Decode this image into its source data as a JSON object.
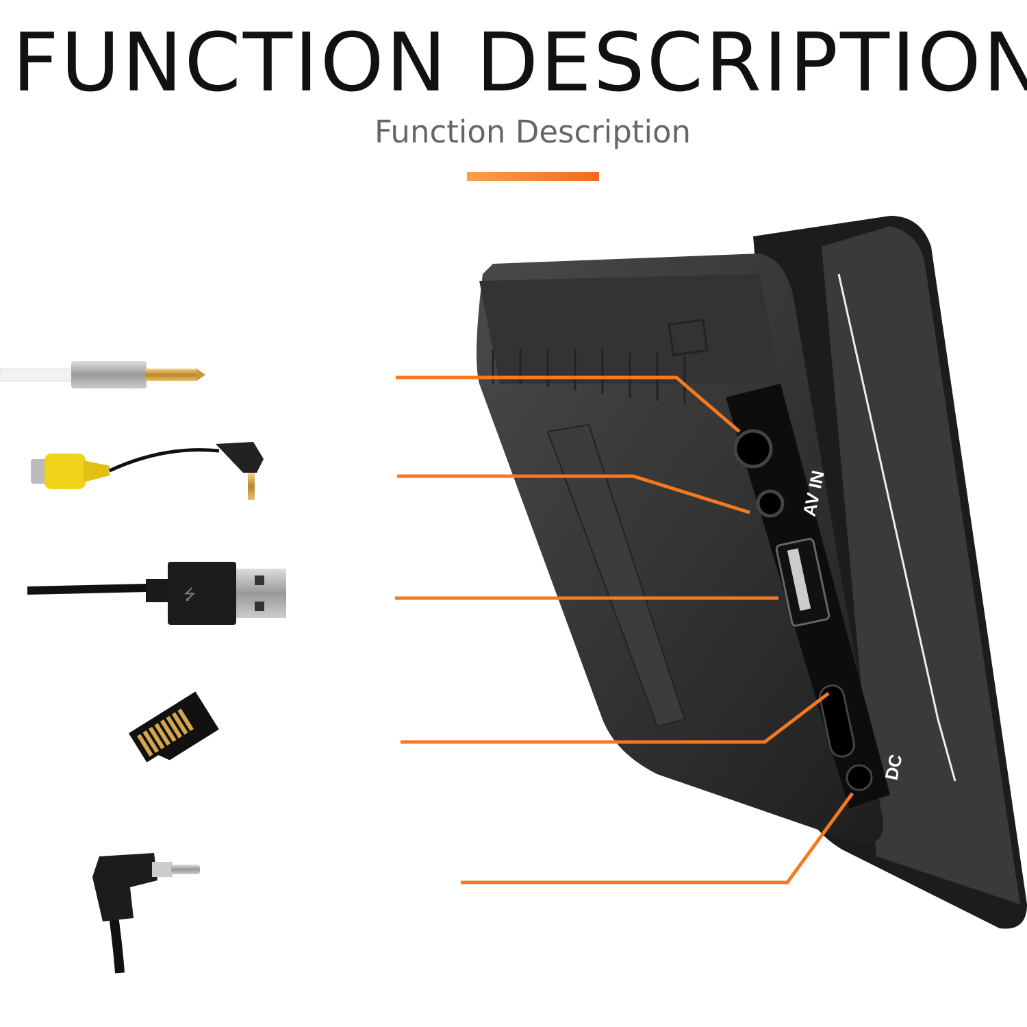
{
  "header": {
    "title": "FUNCTION DESCRIPTION",
    "subtitle": "Function Description"
  },
  "device": {
    "port_labels": {
      "av_in": "AV IN",
      "dc": "DC"
    }
  },
  "accessories": [
    "audio-jack-cable",
    "rca-av-cable",
    "usb-cable",
    "micro-sd-card",
    "dc-power-plug"
  ],
  "colors": {
    "accent": "#f47a22",
    "device": "#2e2e2e",
    "text": "#111111"
  }
}
